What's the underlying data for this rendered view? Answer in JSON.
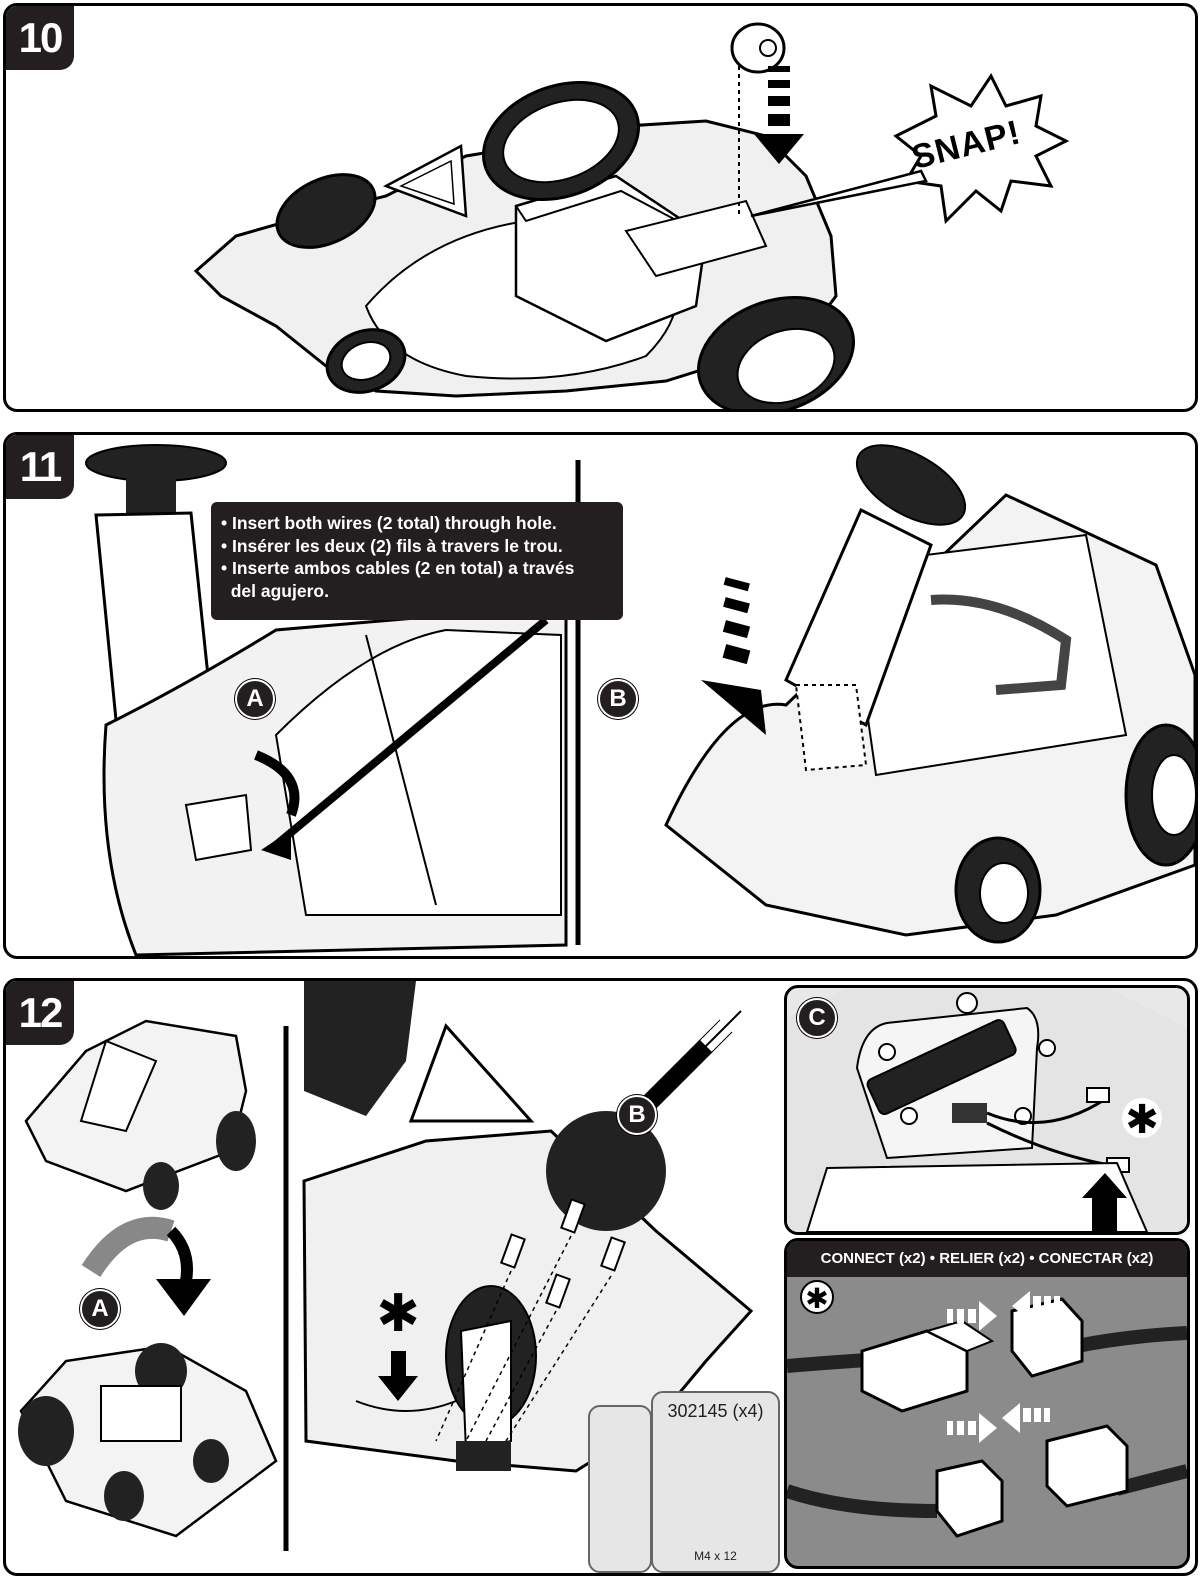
{
  "steps": {
    "s10": {
      "number": "10",
      "snap": "SNAP!"
    },
    "s11": {
      "number": "11",
      "label_a": "A",
      "label_b": "B",
      "instructions": [
        "• Insert both wires (2 total) through hole.",
        "• Insérer les deux (2) fils à travers le trou.",
        "• Inserte ambos cables (2 en total) a través",
        "  del agujero."
      ]
    },
    "s12": {
      "number": "12",
      "label_a": "A",
      "label_b": "B",
      "label_c": "C",
      "connect_header": "CONNECT (x2)  •  RELIER (x2)  •  CONECTAR (x2)",
      "part_code": "302145 (x4)",
      "part_size": "M4 x 12",
      "asterisk": "✱"
    }
  },
  "icons": [
    "screwdriver-icon",
    "screw-icon",
    "arrow-down-icon",
    "curved-arrow-icon"
  ]
}
